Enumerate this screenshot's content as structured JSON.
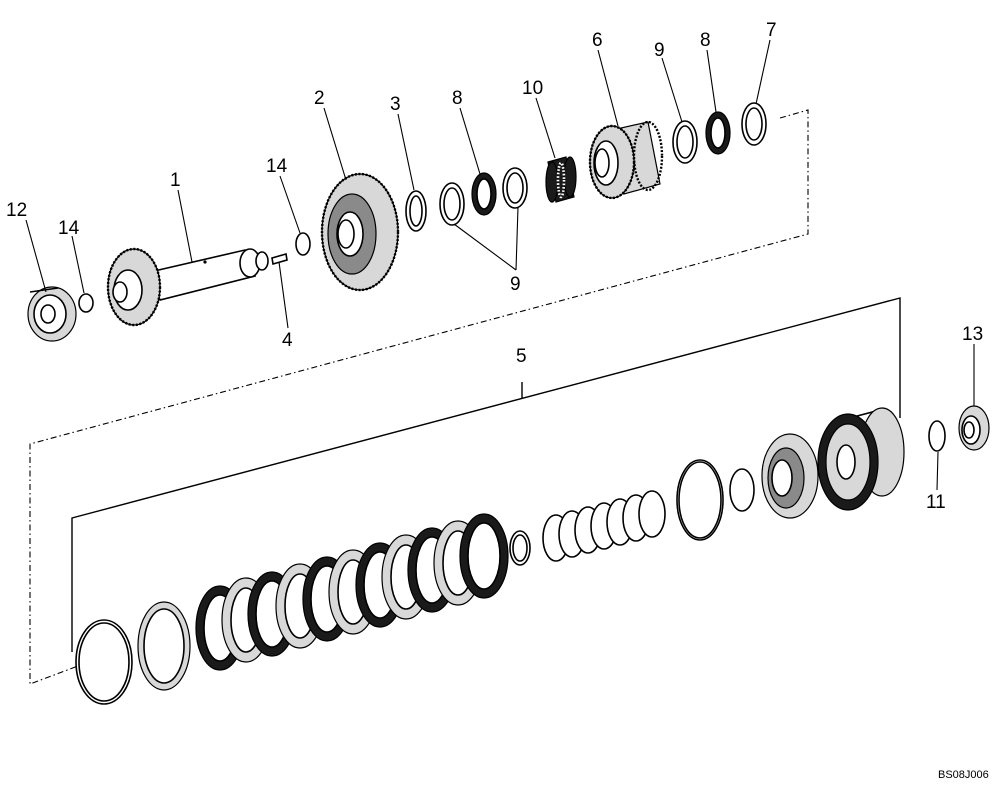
{
  "diagram": {
    "drawing_code": "BS08J006",
    "callouts": [
      {
        "id": "c1",
        "label": "1"
      },
      {
        "id": "c2",
        "label": "2"
      },
      {
        "id": "c3",
        "label": "3"
      },
      {
        "id": "c4",
        "label": "4"
      },
      {
        "id": "c5",
        "label": "5"
      },
      {
        "id": "c6",
        "label": "6"
      },
      {
        "id": "c7",
        "label": "7"
      },
      {
        "id": "c8a",
        "label": "8"
      },
      {
        "id": "c8b",
        "label": "8"
      },
      {
        "id": "c9a",
        "label": "9"
      },
      {
        "id": "c9b",
        "label": "9"
      },
      {
        "id": "c10",
        "label": "10"
      },
      {
        "id": "c11",
        "label": "11"
      },
      {
        "id": "c12",
        "label": "12"
      },
      {
        "id": "c13",
        "label": "13"
      },
      {
        "id": "c14a",
        "label": "14"
      },
      {
        "id": "c14b",
        "label": "14"
      }
    ]
  }
}
